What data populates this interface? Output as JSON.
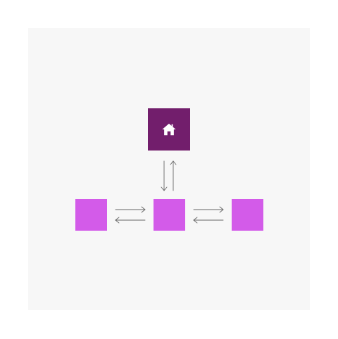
{
  "diagram": {
    "home_node": {
      "icon": "home-icon",
      "color": "#721e6c",
      "icon_color": "#ffffff"
    },
    "leaf_nodes": [
      {
        "id": "left",
        "color": "#d35be9"
      },
      {
        "id": "center",
        "color": "#d35be9"
      },
      {
        "id": "right",
        "color": "#d35be9"
      }
    ],
    "connections": [
      {
        "from": "home",
        "to": "center",
        "direction": "bidirectional"
      },
      {
        "from": "left",
        "to": "center",
        "direction": "bidirectional"
      },
      {
        "from": "center",
        "to": "right",
        "direction": "bidirectional"
      }
    ],
    "background_color": "#f7f7f7",
    "arrow_color": "#666666"
  }
}
